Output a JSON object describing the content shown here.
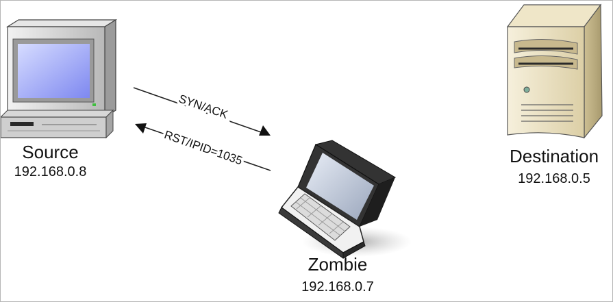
{
  "nodes": {
    "source": {
      "name": "Source",
      "ip": "192.168.0.8"
    },
    "zombie": {
      "name": "Zombie",
      "ip": "192.168.0.7"
    },
    "destination": {
      "name": "Destination",
      "ip": "192.168.0.5"
    }
  },
  "arrows": {
    "syn_ack": "SYN/ACK",
    "rst_ipid": "RST/IPID=1035"
  }
}
